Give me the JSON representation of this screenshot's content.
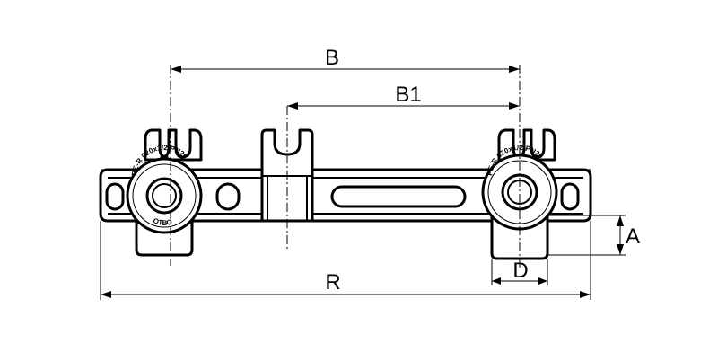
{
  "dimensions": {
    "B": "B",
    "B1": "B1",
    "R": "R",
    "A": "A",
    "D": "D"
  },
  "fitting_left": {
    "arc_text": "PE-R 020x1/2  PN20",
    "bottom_text": "ОТВО"
  },
  "fitting_right": {
    "arc_text": "PE-R 020x1/2  PN20"
  }
}
